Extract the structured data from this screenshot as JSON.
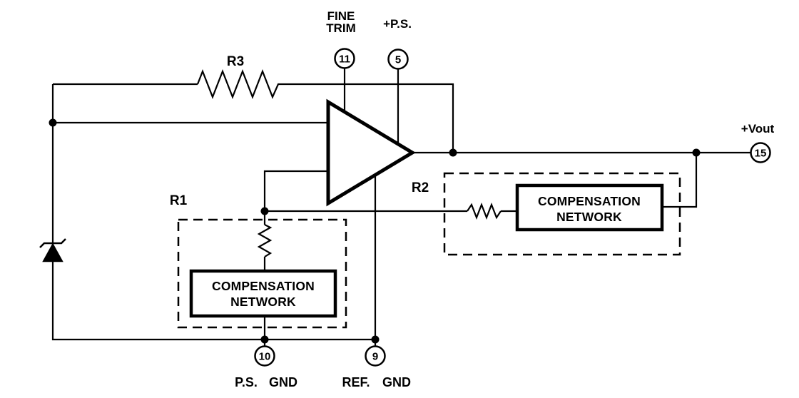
{
  "schematic": {
    "description": "Voltage reference op-amp circuit with compensation networks",
    "colors": {
      "line": "#000000",
      "background": "#ffffff"
    },
    "resistors": {
      "r1": "R1",
      "r2": "R2",
      "r3": "R3"
    },
    "compensation_block": {
      "line1": "COMPENSATION",
      "line2": "NETWORK"
    },
    "pins": {
      "fine_trim": {
        "number": "11",
        "label_line1": "FINE",
        "label_line2": "TRIM"
      },
      "positive_supply": {
        "number": "5",
        "label": "+P.S."
      },
      "output": {
        "number": "15",
        "label": "+Vout"
      },
      "ps_ground": {
        "number": "10",
        "label_part1": "P.S.",
        "label_part2": "GND"
      },
      "ref_ground": {
        "number": "9",
        "label_part1": "REF.",
        "label_part2": "GND"
      }
    }
  }
}
